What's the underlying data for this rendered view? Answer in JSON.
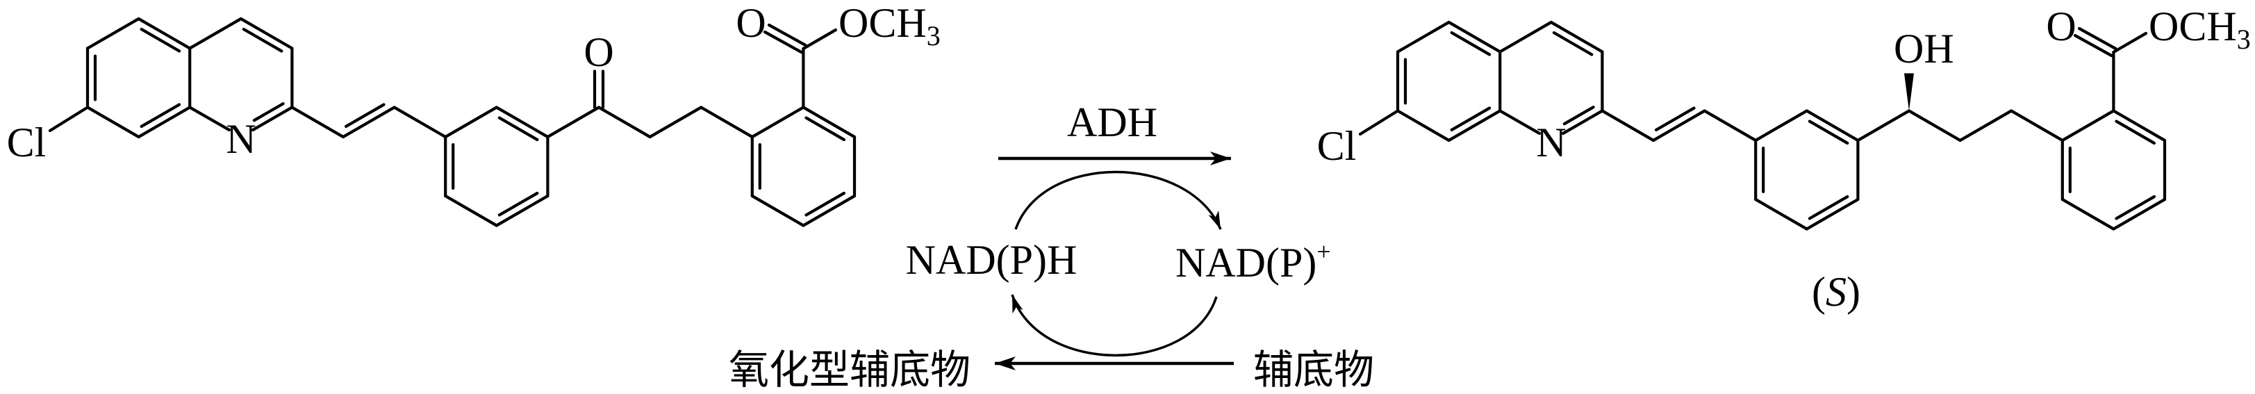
{
  "reactant": {
    "cl": "Cl",
    "n": "N",
    "o_ketone": "O",
    "o_ester": "O",
    "och3": "OCH",
    "och3_sub": "3"
  },
  "product": {
    "cl": "Cl",
    "n": "N",
    "oh": "OH",
    "o_ester": "O",
    "och3": "OCH",
    "och3_sub": "3",
    "stereo_open": "(",
    "stereo_config": "S",
    "stereo_close": ")"
  },
  "reaction": {
    "catalyst": "ADH",
    "cofactor_reduced": "NAD(P)H",
    "cofactor_oxidized": "NAD(P)",
    "cofactor_oxidized_charge": "+",
    "cosubstrate": "辅底物",
    "oxidized_cosubstrate": "氧化型辅底物"
  }
}
